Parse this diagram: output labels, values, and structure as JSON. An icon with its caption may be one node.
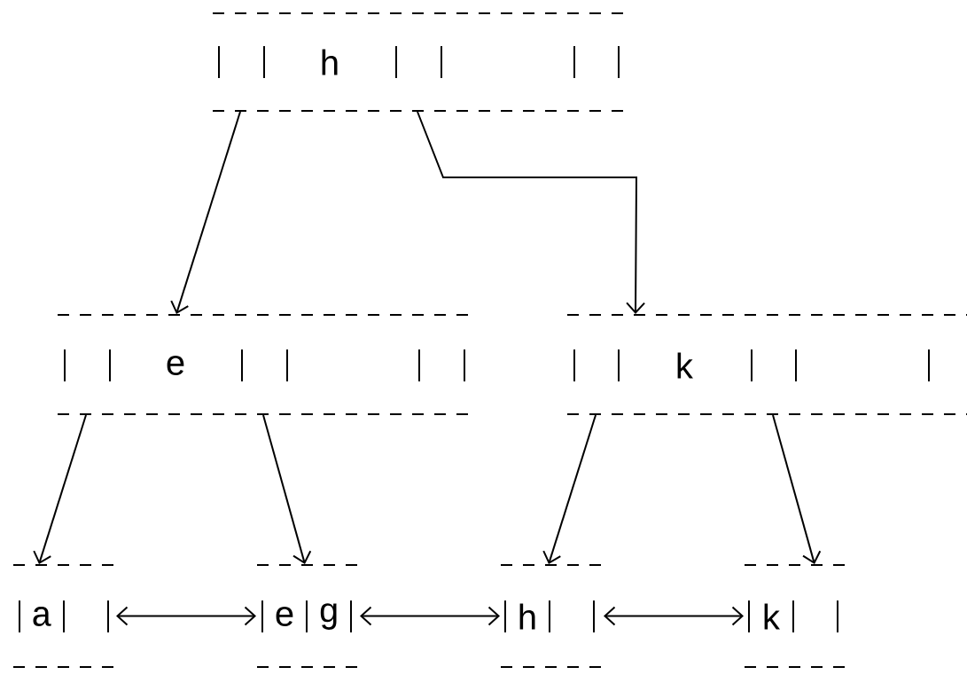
{
  "diagram": {
    "nodes": [
      {
        "text": [
          "h"
        ]
      },
      {
        "text": [
          "e"
        ]
      },
      {
        "text": [
          "k"
        ]
      },
      {
        "text": [
          "a"
        ]
      },
      {
        "text": [
          "e",
          "g"
        ]
      },
      {
        "text": [
          "h"
        ]
      },
      {
        "text": [
          "k"
        ]
      }
    ],
    "edges": [
      {
        "from": 0,
        "to": 1,
        "arrow": "to"
      },
      {
        "from": 0,
        "to": 2,
        "arrow": "to"
      },
      {
        "from": 1,
        "to": 3,
        "arrow": "to"
      },
      {
        "from": 1,
        "to": 4,
        "arrow": "to"
      },
      {
        "from": 2,
        "to": 5,
        "arrow": "to"
      },
      {
        "from": 2,
        "to": 6,
        "arrow": "to"
      },
      {
        "from": 3,
        "to": 4,
        "arrow": "both"
      },
      {
        "from": 4,
        "to": 5,
        "arrow": "both"
      },
      {
        "from": 5,
        "to": 6,
        "arrow": "both"
      }
    ]
  }
}
